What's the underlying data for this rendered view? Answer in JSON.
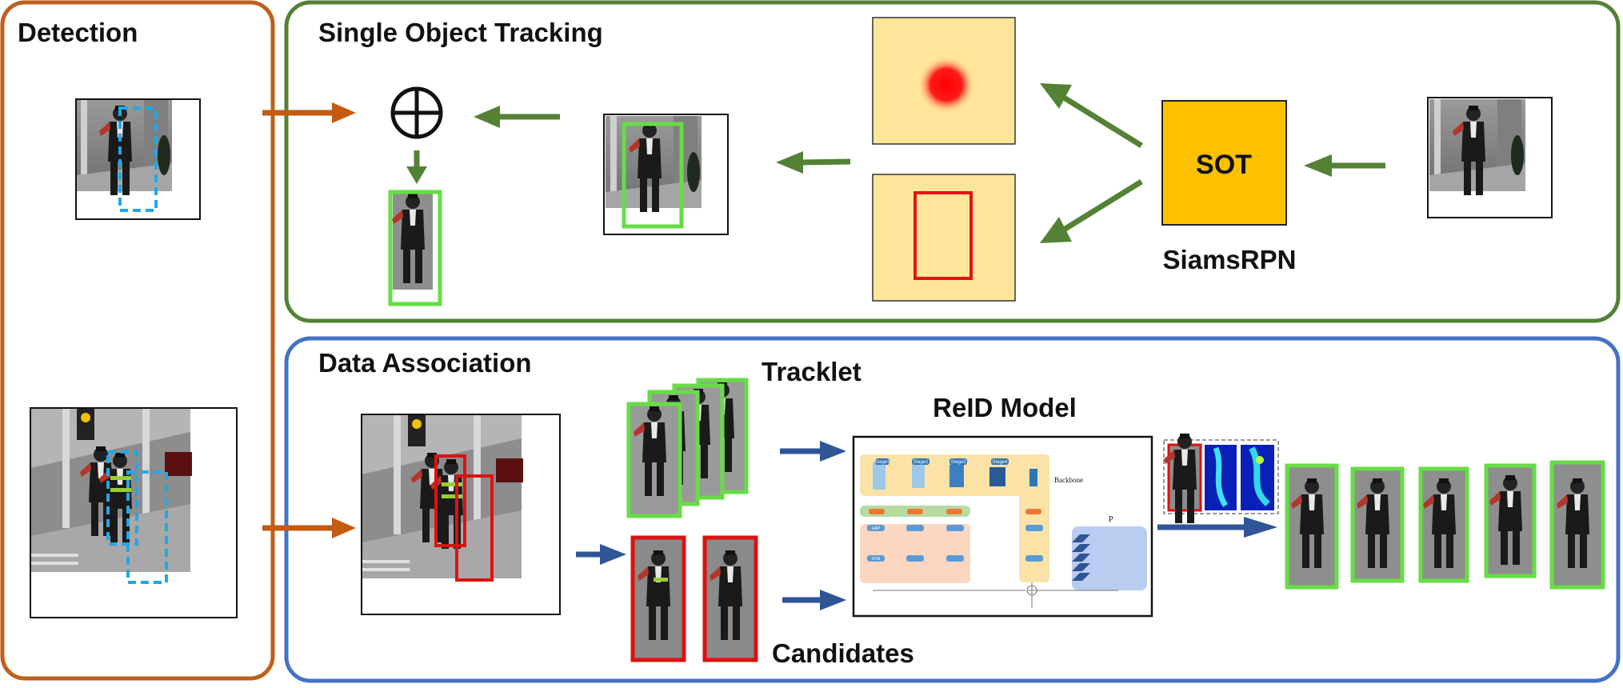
{
  "panels": {
    "detection": {
      "title": "Detection"
    },
    "sot": {
      "title": "Single Object Tracking",
      "sot_box": "SOT",
      "model_name": "SiamsRPN"
    },
    "association": {
      "title": "Data Association",
      "tracklet": "Tracklet",
      "candidates": "Candidates",
      "reid_title": "ReID Model",
      "reid_inner": {
        "stages": [
          "Stage1",
          "Stage2",
          "Stage3",
          "Stage4"
        ],
        "backbone": "Backbone",
        "branch_p": "P",
        "ops": [
          "GAP",
          "FCN"
        ]
      }
    }
  },
  "colors": {
    "detection_border": "#c0601c",
    "sot_border": "#538135",
    "assoc_border": "#4472c4",
    "orange_arrow": "#c55a11",
    "green_arrow": "#548235",
    "blue_arrow": "#2f5597",
    "sot_fill": "#ffc000",
    "heatmap_bg": "#ffe699",
    "det_box": "#1fa8e8",
    "track_box": "#66dd44",
    "cand_box": "#dd1111"
  },
  "icons": [
    "circle-plus-icon",
    "arrow-icon",
    "pedestrian-thumbnail"
  ]
}
